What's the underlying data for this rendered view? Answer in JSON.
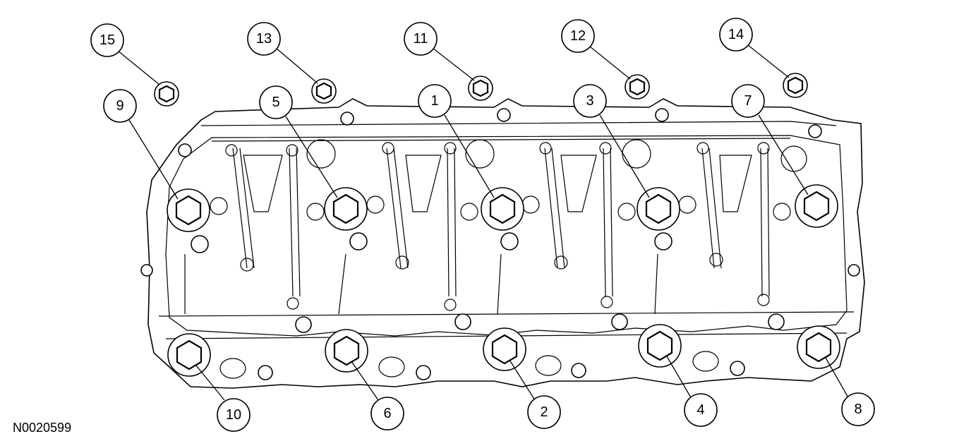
{
  "figure_code": "N0020599",
  "callouts": {
    "c1": "1",
    "c2": "2",
    "c3": "3",
    "c4": "4",
    "c5": "5",
    "c6": "6",
    "c7": "7",
    "c8": "8",
    "c9": "9",
    "c10": "10",
    "c11": "11",
    "c12": "12",
    "c13": "13",
    "c14": "14",
    "c15": "15"
  }
}
